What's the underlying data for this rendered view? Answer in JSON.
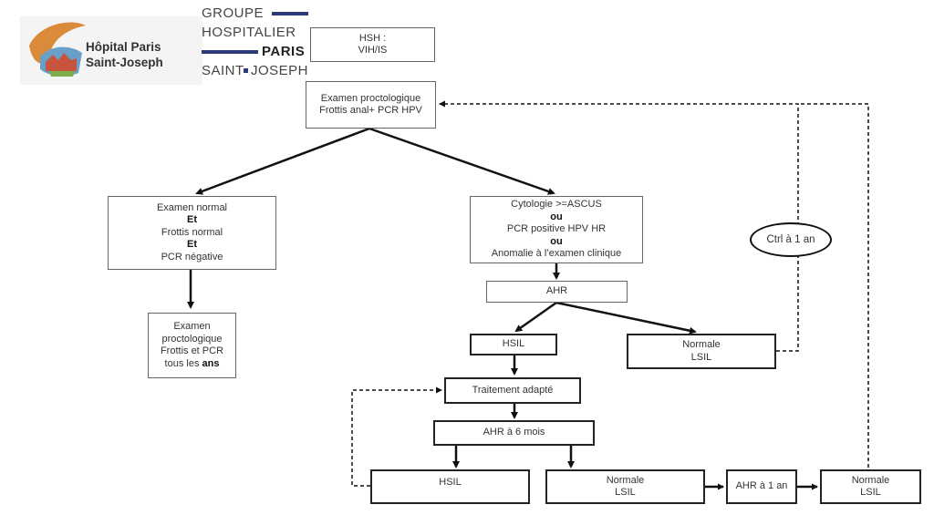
{
  "logo_hospital": {
    "line1": "Hôpital Paris",
    "line2": "Saint-Joseph"
  },
  "logo_group": {
    "line1": "GROUPE",
    "line2": "HOSPITALIER",
    "line3": "PARIS",
    "line4a": "SAINT",
    "line4b": "JOSEPH"
  },
  "nodes": {
    "hsh": {
      "l1": "HSH :",
      "l2": "VIH/IS"
    },
    "exam": {
      "l1": "Examen proctologique",
      "l2": "Frottis anal+ PCR HPV"
    },
    "normal": {
      "l1": "Examen normal",
      "l2": "Et",
      "l3": "Frottis normal",
      "l4": "Et",
      "l5": "PCR négative"
    },
    "followup": {
      "l1": "Examen",
      "l2": "proctologique",
      "l3": "Frottis et PCR",
      "l4a": "tous les ",
      "l4b": "ans"
    },
    "cyto": {
      "l1": "Cytologie >=ASCUS",
      "l2": "ou",
      "l3": "PCR positive HPV HR",
      "l4": "ou",
      "l5": "Anomalie à l’examen clinique"
    },
    "ahr": "AHR",
    "hsil1": "HSIL",
    "normal1": {
      "l1": "Normale",
      "l2": "LSIL"
    },
    "ctrl": "Ctrl à 1 an",
    "traitement": "Traitement adapté",
    "ahr6": "AHR à 6 mois",
    "hsil2": "HSIL",
    "normal2": {
      "l1": "Normale",
      "l2": "LSIL"
    },
    "ahr1an": "AHR à 1 an",
    "normal3": {
      "l1": "Normale",
      "l2": "LSIL"
    }
  }
}
